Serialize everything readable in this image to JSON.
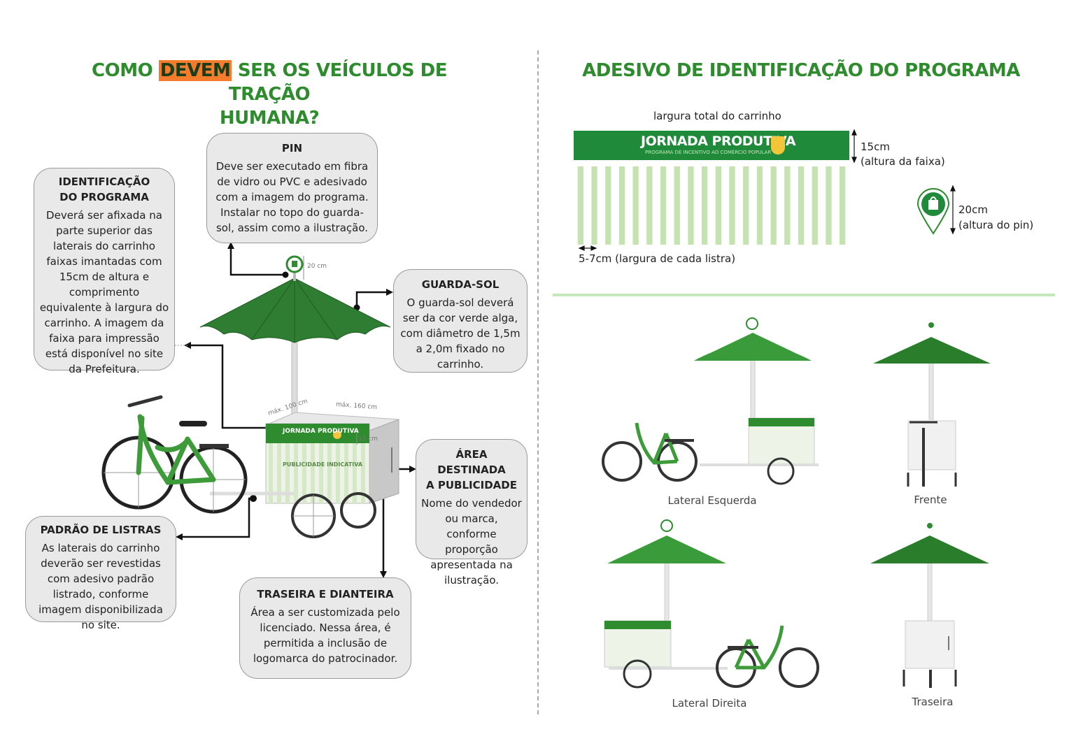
{
  "left_title": {
    "pre": "COMO ",
    "highlight": "DEVEM",
    "post": " SER OS VEÍCULOS DE TRAÇÃO",
    "line2": "HUMANA?"
  },
  "right_title": "ADESIVO DE IDENTIFICAÇÃO DO PROGRAMA",
  "boxes": {
    "pin": {
      "title": "PIN",
      "text": "Deve ser executado em fibra de vidro ou PVC e adesivado com a imagem do programa. Instalar no topo do guarda-sol, assim como a ilustração."
    },
    "identificacao": {
      "title1": "IDENTIFICAÇÃO",
      "title2": "DO PROGRAMA",
      "text": "Deverá ser afixada na parte superior das laterais do carrinho faixas imantadas com 15cm de altura e comprimento equivalente à largura do carrinho. A imagem da faixa para impressão está disponível no site da Prefeitura."
    },
    "guarda_sol": {
      "title": "GUARDA-SOL",
      "text": "O guarda-sol deverá ser da cor verde alga, com diâmetro de 1,5m a 2,0m fixado no carrinho."
    },
    "publicidade": {
      "title1": "ÁREA DESTINADA",
      "title2": "A PUBLICIDADE",
      "text": "Nome do vendedor ou marca, conforme proporção apresentada na ilustração."
    },
    "listras": {
      "title": "PADRÃO DE LISTRAS",
      "text": "As laterais do carrinho deverão ser revestidas com adesivo padrão listrado, conforme imagem disponibilizada no site."
    },
    "traseira": {
      "title": "TRASEIRA E DIANTEIRA",
      "text": "Área a ser customizada pelo licenciado. Nessa área, é permitida a inclusão de logomarca do patrocinador."
    }
  },
  "cart_labels": {
    "pin_height": "20 cm",
    "max_depth": "máx. 100 cm",
    "max_width": "máx. 160 cm",
    "band_height": "15 cm",
    "band_text": "JORNADA PRODUTIVA",
    "pub_text": "PUBLICIDADE INDICATIVA"
  },
  "sticker": {
    "width_label": "largura total do carrinho",
    "banner_title": "JORNADA PRODUTIVA",
    "banner_subtitle": "PROGRAMA DE INCENTIVO AO COMÉRCIO POPULAR",
    "height_value": "15cm",
    "height_note": "(altura da faixa)",
    "stripe_label": "5-7cm (largura de cada listra)",
    "pin_value": "20cm",
    "pin_note": "(altura do pin)",
    "stripe_count": 20
  },
  "views": {
    "left": "Lateral Esquerda",
    "front": "Frente",
    "right": "Lateral Direita",
    "back": "Traseira"
  },
  "colors": {
    "green_dark": "#1e6b2a",
    "green": "#2e8b2e",
    "umbrella": "#2f7d32",
    "stripe": "#c5e3b0",
    "highlight": "#f47c2c"
  }
}
